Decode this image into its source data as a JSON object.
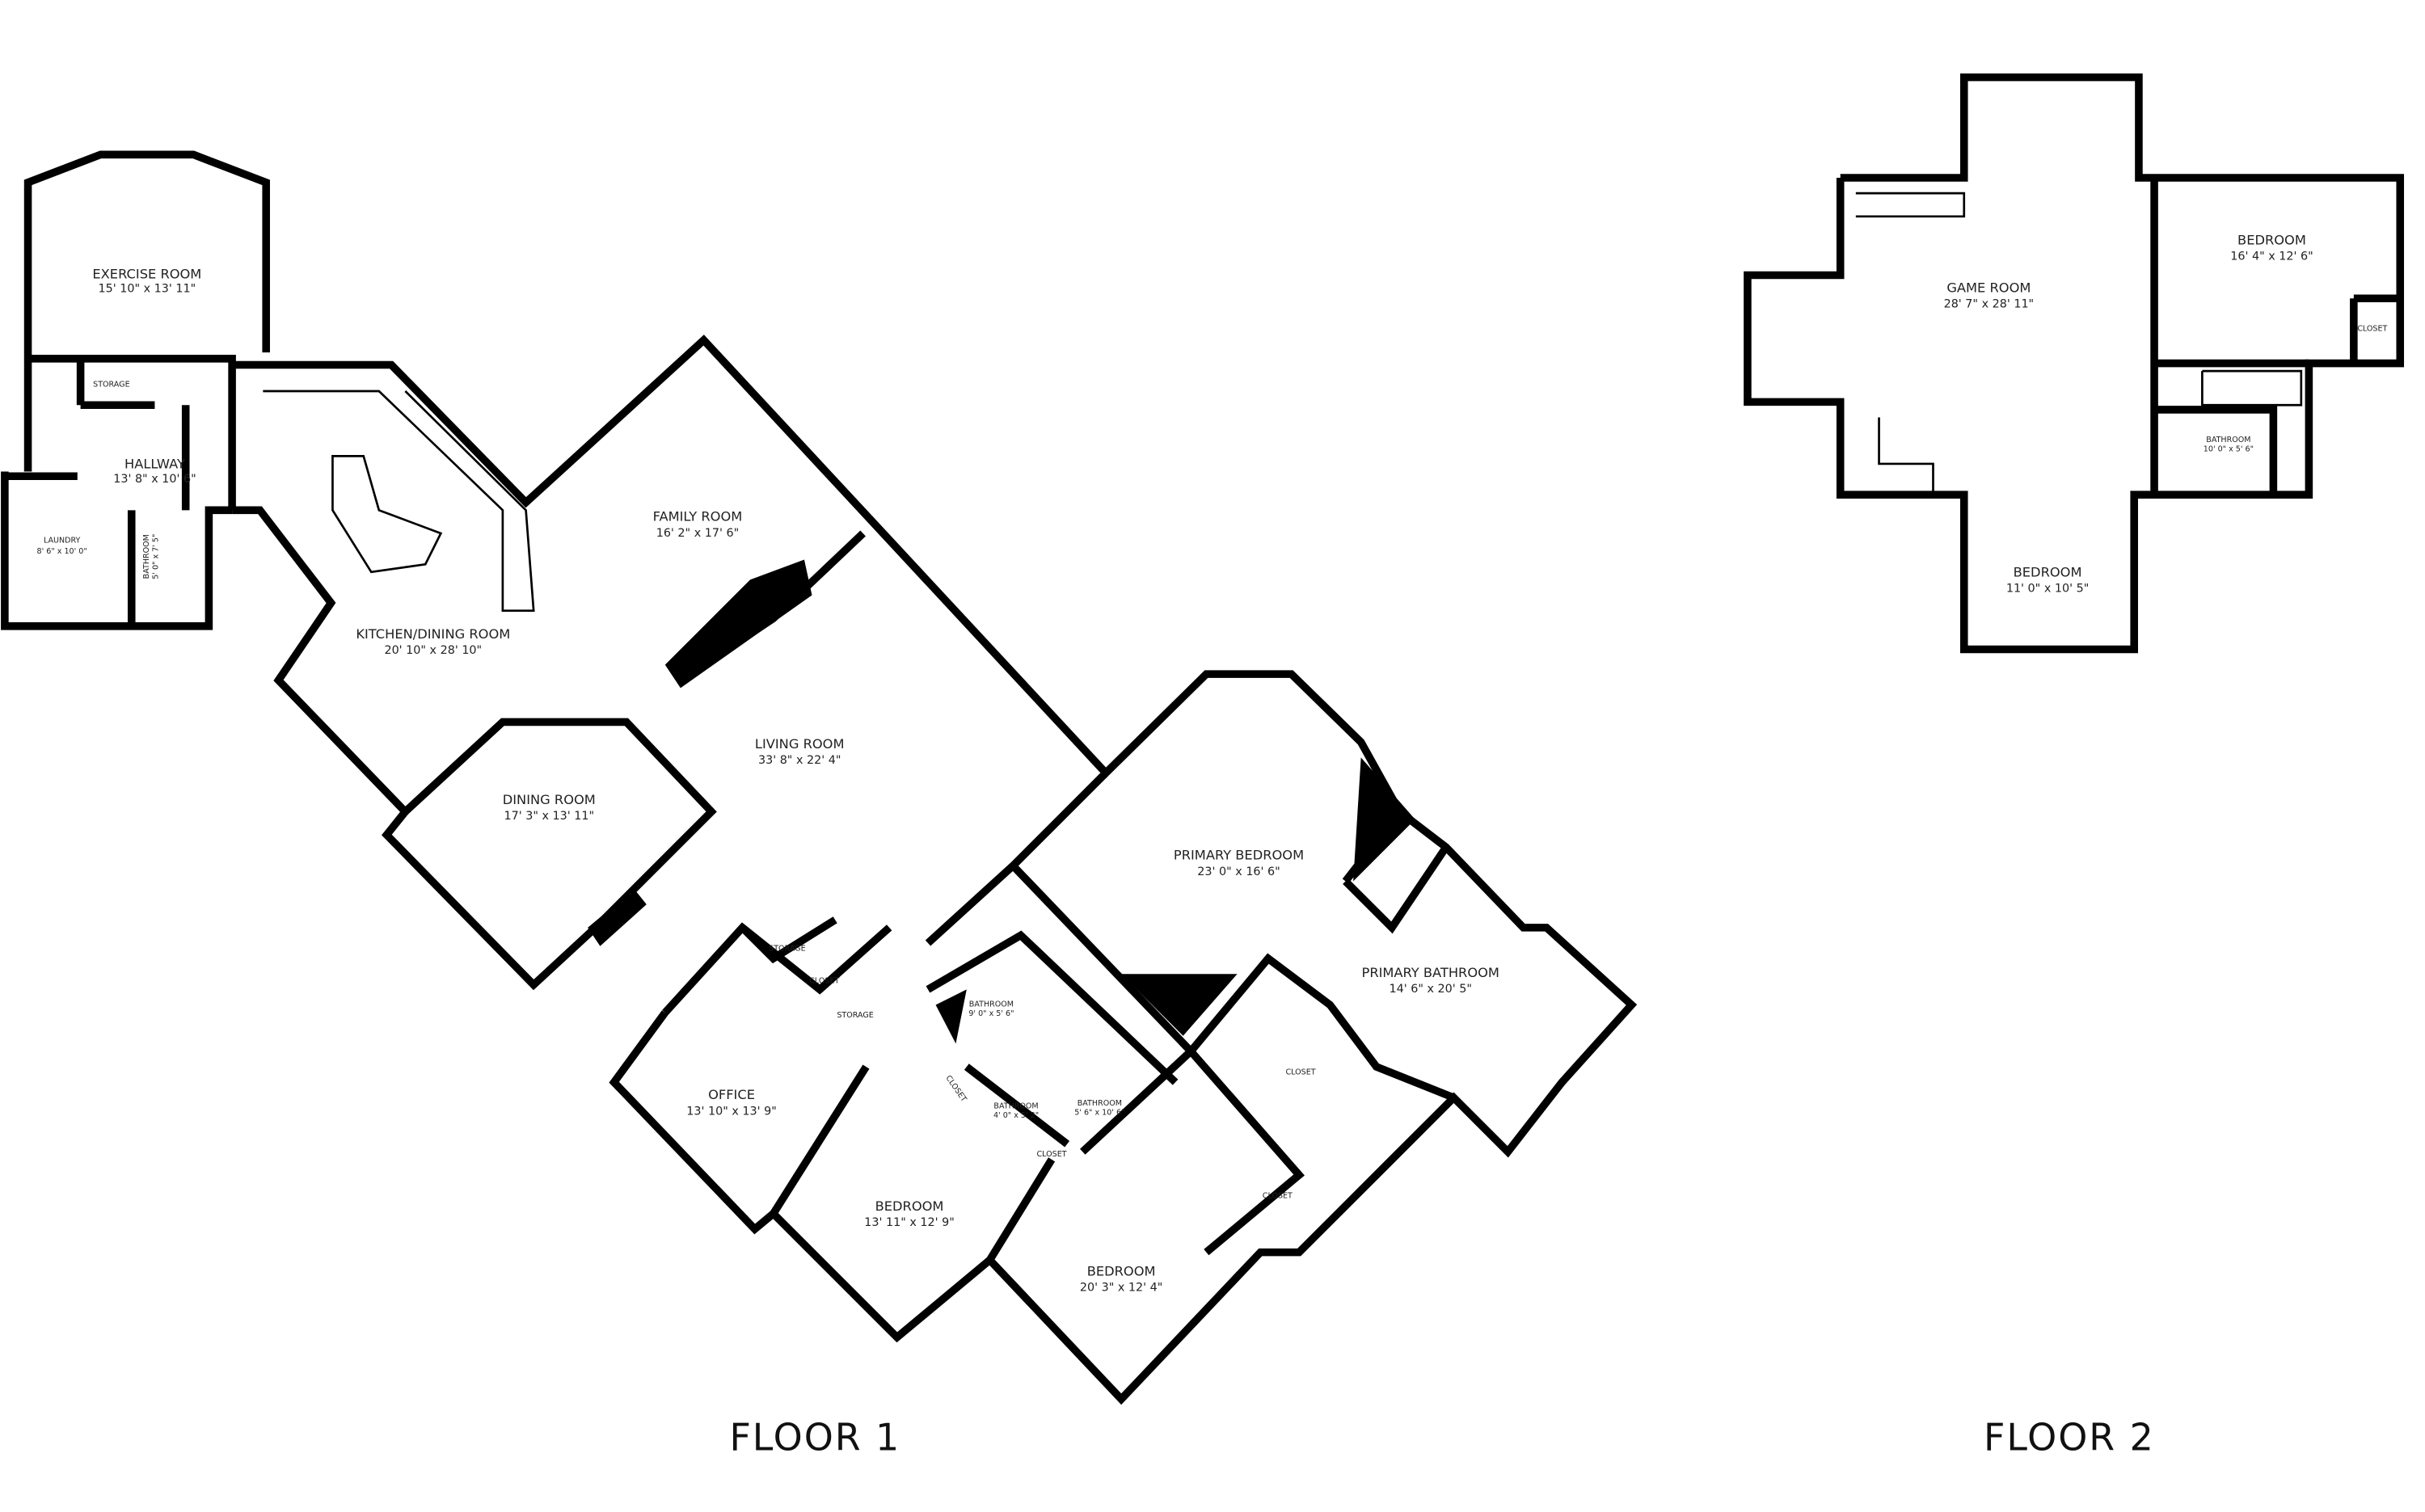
{
  "floor1": {
    "title": "FLOOR 1",
    "rooms": [
      {
        "name": "EXERCISE ROOM",
        "dims": "15' 10\" x 13' 11\""
      },
      {
        "name": "STORAGE",
        "dims": ""
      },
      {
        "name": "HALLWAY",
        "dims": "13' 8\" x 10' 6\""
      },
      {
        "name": "LAUNDRY",
        "dims": "8' 6\" x 10' 0\""
      },
      {
        "name": "BATHROOM",
        "dims": "5' 0\" x 7' 5\""
      },
      {
        "name": "KITCHEN/DINING ROOM",
        "dims": "20' 10\" x 28' 10\""
      },
      {
        "name": "FAMILY ROOM",
        "dims": "16' 2\" x 17' 6\""
      },
      {
        "name": "LIVING ROOM",
        "dims": "33' 8\" x 22' 4\""
      },
      {
        "name": "DINING ROOM",
        "dims": "17' 3\" x 13' 11\""
      },
      {
        "name": "OFFICE",
        "dims": "13' 10\" x 13' 9\""
      },
      {
        "name": "BEDROOM",
        "dims": "13' 11\" x 12' 9\""
      },
      {
        "name": "BEDROOM",
        "dims": "20' 3\" x 12' 4\""
      },
      {
        "name": "PRIMARY BEDROOM",
        "dims": "23' 0\" x 16' 6\""
      },
      {
        "name": "PRIMARY BATHROOM",
        "dims": "14' 6\" x 20' 5\""
      },
      {
        "name": "CLOSET",
        "dims": ""
      },
      {
        "name": "CLOSET",
        "dims": ""
      },
      {
        "name": "CLOSET",
        "dims": ""
      },
      {
        "name": "CLOSET",
        "dims": ""
      },
      {
        "name": "STORAGE",
        "dims": ""
      },
      {
        "name": "STORAGE",
        "dims": ""
      },
      {
        "name": "BATHROOM",
        "dims": "9' 0\" x 5' 6\""
      },
      {
        "name": "BATHROOM",
        "dims": "4' 0\" x 5' 2\""
      },
      {
        "name": "BATHROOM",
        "dims": "5' 6\" x 10' 6\""
      },
      {
        "name": "CLOSET",
        "dims": ""
      }
    ]
  },
  "floor2": {
    "title": "FLOOR 2",
    "rooms": [
      {
        "name": "GAME ROOM",
        "dims": "28' 7\" x 28' 11\""
      },
      {
        "name": "BEDROOM",
        "dims": "16' 4\" x 12' 6\""
      },
      {
        "name": "CLOSET",
        "dims": ""
      },
      {
        "name": "BATHROOM",
        "dims": "10' 0\" x 5' 6\""
      },
      {
        "name": "BEDROOM",
        "dims": "11' 0\" x 10' 5\""
      }
    ]
  }
}
